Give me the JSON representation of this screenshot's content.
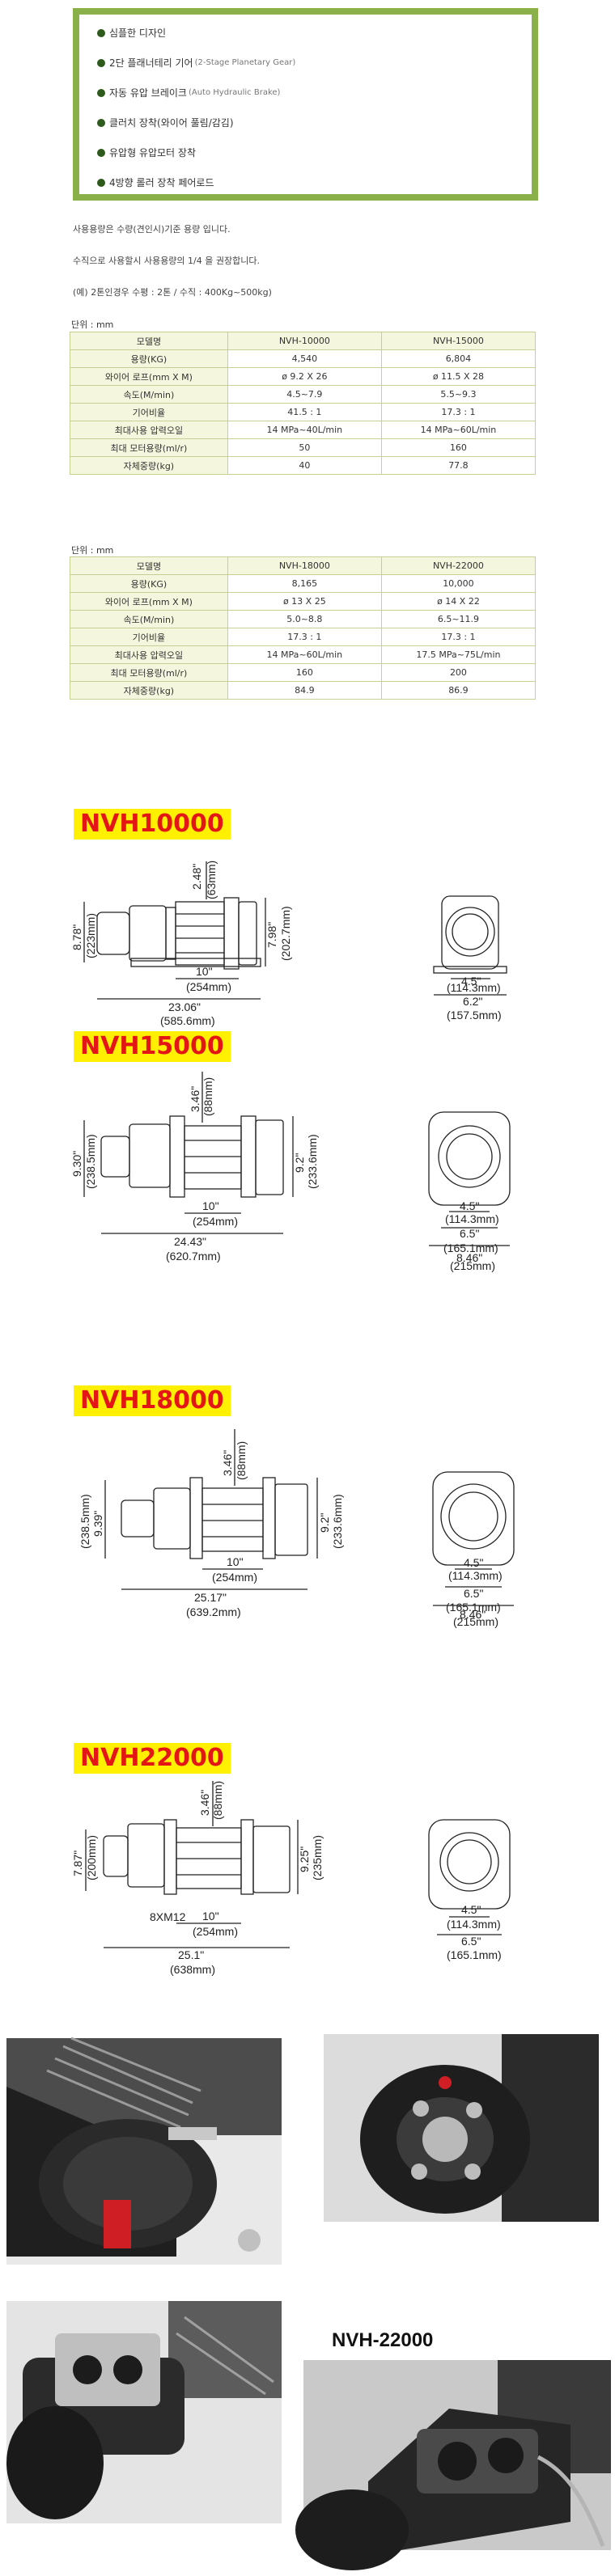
{
  "features": [
    {
      "text": "심플한 디자인",
      "sub": ""
    },
    {
      "text": "2단 플래너테리 기어",
      "sub": "(2-Stage Planetary Gear)"
    },
    {
      "text": "자동 유압 브레이크",
      "sub": "(Auto Hydraulic Brake)"
    },
    {
      "text": "클러치 장착(와이어 풀림/감김)",
      "sub": ""
    },
    {
      "text": "유압형 유압모터 장착",
      "sub": ""
    },
    {
      "text": "4방향 롤러 장착 페어로드",
      "sub": ""
    }
  ],
  "notes": [
    "사용용량은 수량(견인시)기준 용량 입니다.",
    "수직으로 사용할시 사용용량의 1/4 을 권장합니다.",
    "(예) 2톤인경우 수평 : 2톤 / 수직 : 400Kg~500kg)"
  ],
  "unit_label": "단위 : mm",
  "table1": {
    "header": [
      "모델명",
      "NVH-10000",
      "NVH-15000"
    ],
    "rows": [
      [
        "용량(KG)",
        "4,540",
        "6,804"
      ],
      [
        "와이어 로프(mm X M)",
        "ø 9.2 X 26",
        "ø 11.5 X 28"
      ],
      [
        "속도(M/min)",
        "4.5~7.9",
        "5.5~9.3"
      ],
      [
        "기어비율",
        "41.5 : 1",
        "17.3 : 1"
      ],
      [
        "최대사용 압력오일",
        "14 MPa~40L/min",
        "14 MPa~60L/min"
      ],
      [
        "최대 모터용량(ml/r)",
        "50",
        "160"
      ],
      [
        "자체중량(kg)",
        "40",
        "77.8"
      ]
    ]
  },
  "table2": {
    "header": [
      "모델명",
      "NVH-18000",
      "NVH-22000"
    ],
    "rows": [
      [
        "용량(KG)",
        "8,165",
        "10,000"
      ],
      [
        "와이어 로프(mm X M)",
        "ø 13 X 25",
        "ø 14 X 22"
      ],
      [
        "속도(M/min)",
        "5.0~8.8",
        "6.5~11.9"
      ],
      [
        "기어비율",
        "17.3 : 1",
        "17.3 : 1"
      ],
      [
        "최대사용 압력오일",
        "14 MPa~60L/min",
        "17.5 MPa~75L/min"
      ],
      [
        "최대 모터용량(ml/r)",
        "160",
        "200"
      ],
      [
        "자체중량(kg)",
        "84.9",
        "86.9"
      ]
    ]
  },
  "models": [
    "NVH10000",
    "NVH15000",
    "NVH18000",
    "NVH22000"
  ],
  "dims": {
    "nvh10000": {
      "top": "2.48\"",
      "top_mm": "(63mm)",
      "left": "8.78\"",
      "left_mm": "(223mm)",
      "right": "7.98\"",
      "right_mm": "(202.7mm)",
      "mid": "10\"",
      "mid_mm": "(254mm)",
      "total": "23.06\"",
      "total_mm": "(585.6mm)",
      "side1": "4.5\"",
      "side1_mm": "(114.3mm)",
      "side2": "6.2\"",
      "side2_mm": "(157.5mm)"
    },
    "nvh15000": {
      "top": "3.46\"",
      "top_mm": "(88mm)",
      "left": "9.30\"",
      "left_mm": "(238.5mm)",
      "right": "9.2\"",
      "right_mm": "(233.6mm)",
      "mid": "10\"",
      "mid_mm": "(254mm)",
      "total": "24.43\"",
      "total_mm": "(620.7mm)",
      "side1": "4.5\"",
      "side1_mm": "(114.3mm)",
      "side2": "6.5\"",
      "side2_mm": "(165.1mm)",
      "side3": "8.46\"",
      "side3_mm": "(215mm)"
    },
    "nvh18000": {
      "top": "3.46\"",
      "top_mm": "(88mm)",
      "left": "9.39\"",
      "left_mm": "(238.5mm)",
      "right": "9.2\"",
      "right_mm": "(233.6mm)",
      "mid": "10\"",
      "mid_mm": "(254mm)",
      "total": "25.17\"",
      "total_mm": "(639.2mm)",
      "side1": "4.5\"",
      "side1_mm": "(114.3mm)",
      "side2": "6.5\"",
      "side2_mm": "(165.1mm)",
      "side3": "8.46\"",
      "side3_mm": "(215mm)"
    },
    "nvh22000": {
      "top": "3.46\"",
      "top_mm": "(88mm)",
      "left": "7.87\"",
      "left_mm": "(200mm)",
      "right": "9.25\"",
      "right_mm": "(235mm)",
      "bolt": "8XM12",
      "mid": "10\"",
      "mid_mm": "(254mm)",
      "total": "25.1\"",
      "total_mm": "(638mm)",
      "side1": "4.5\"",
      "side1_mm": "(114.3mm)",
      "side2": "6.5\"",
      "side2_mm": "(165.1mm)"
    }
  },
  "photo_label": "NVH-22000",
  "colors": {
    "frame_green": "#8ab04a",
    "tag_yellow": "#ffef00",
    "tag_red": "#e41515",
    "table_header": "#f4f6dd"
  }
}
